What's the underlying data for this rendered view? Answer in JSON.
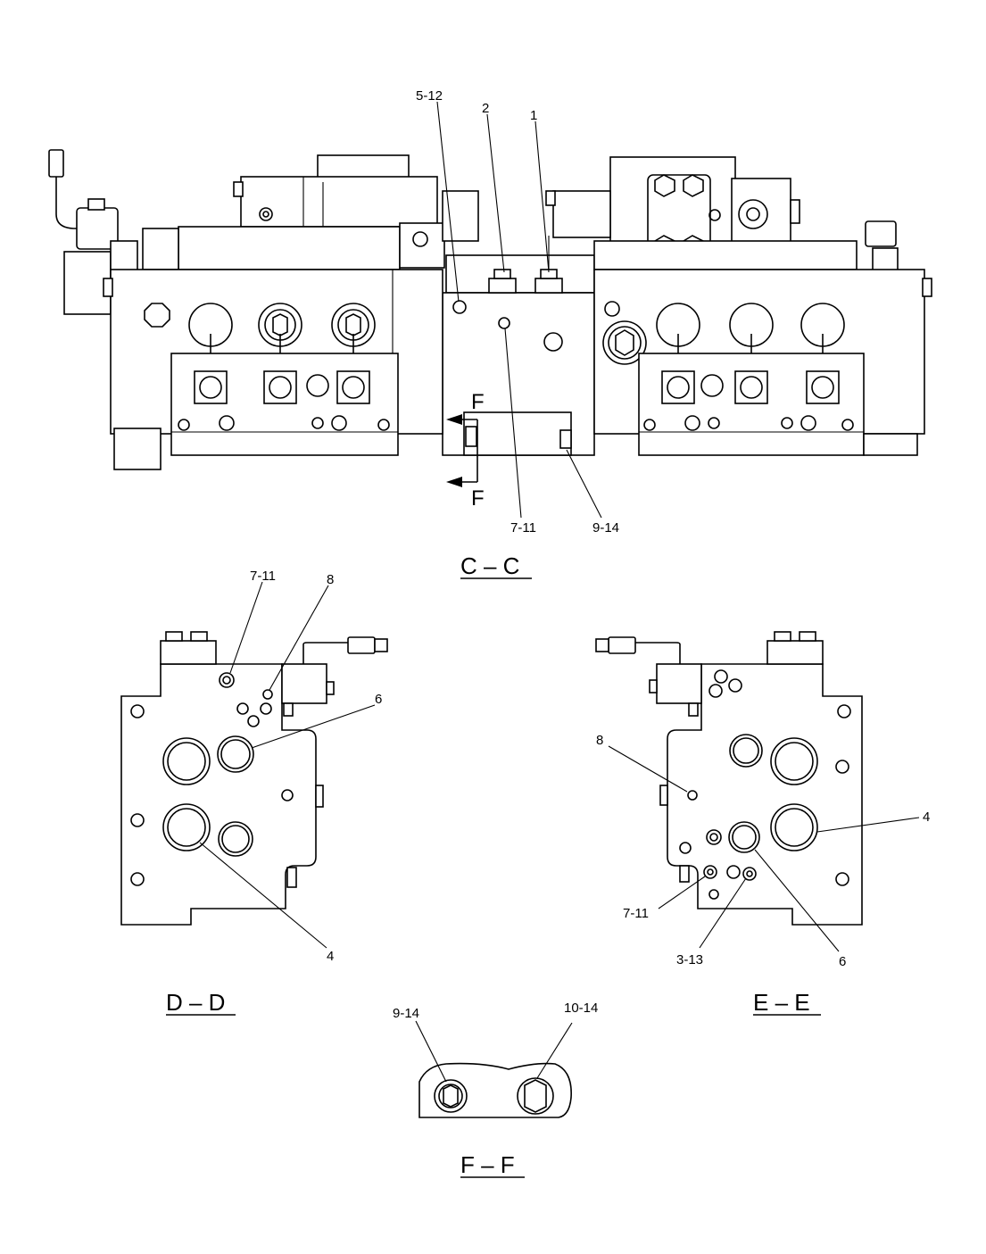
{
  "callouts": {
    "cc_5_12": "5-12",
    "cc_2": "2",
    "cc_1": "1",
    "cc_7_11": "7-11",
    "cc_9_14": "9-14",
    "dd_7_11": "7-11",
    "dd_8": "8",
    "dd_6": "6",
    "dd_4": "4",
    "ee_8": "8",
    "ee_4": "4",
    "ee_7_11": "7-11",
    "ee_3_13": "3-13",
    "ee_6": "6",
    "ff_9_14": "9-14",
    "ff_10_14": "10-14"
  },
  "section_marks": {
    "top": "F",
    "bottom": "F"
  },
  "titles": {
    "cc": "C – C",
    "dd": "D – D",
    "ee": "E – E",
    "ff": "F – F"
  }
}
